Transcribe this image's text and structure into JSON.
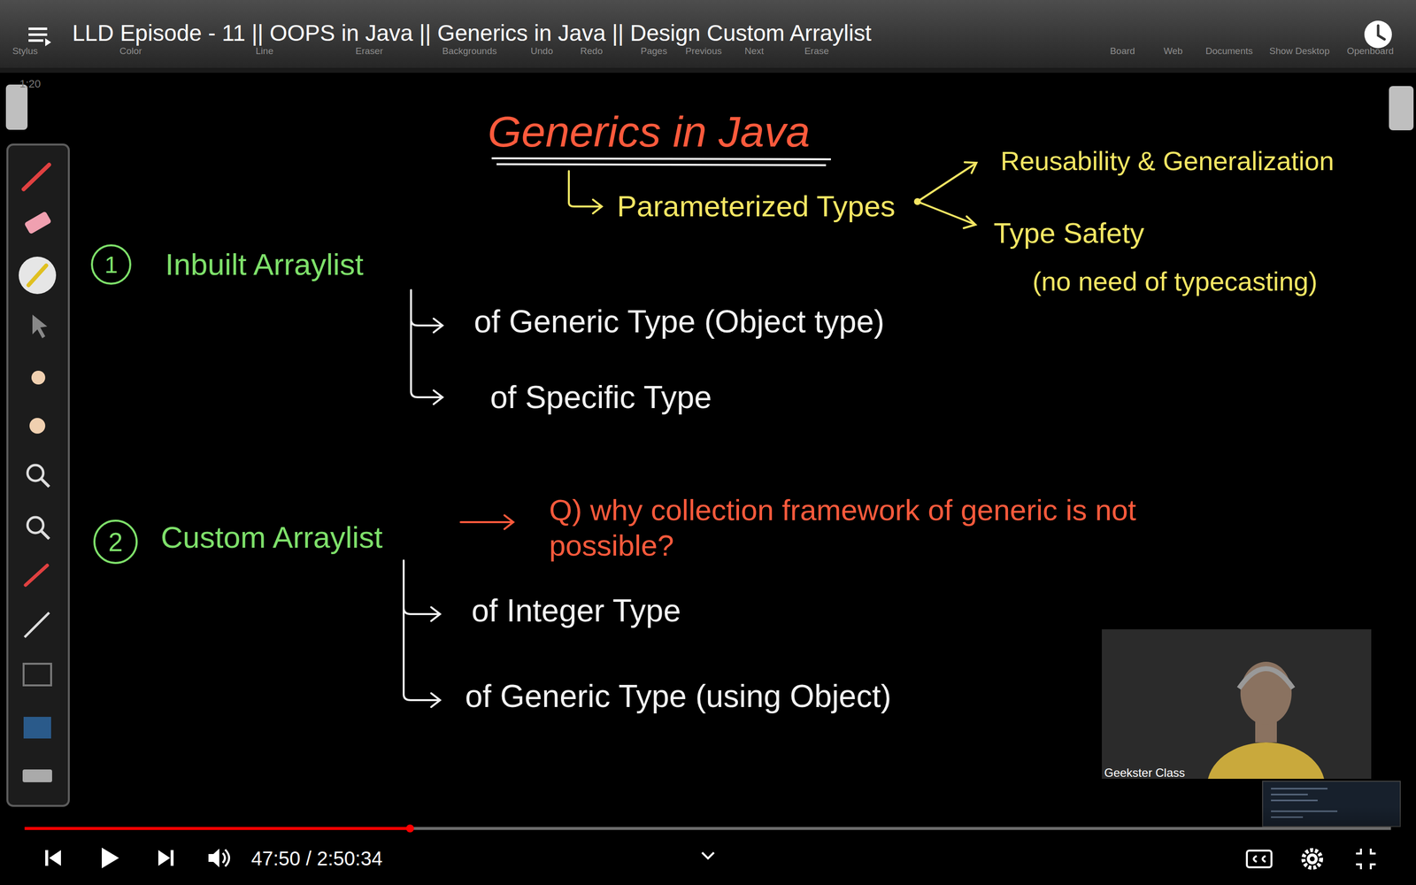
{
  "diagram": {
    "title": "Generics in Java",
    "nodes": [
      {
        "text": [
          "1"
        ]
      },
      {
        "text": [
          "2"
        ]
      }
    ],
    "labels": [
      "LLD Episode - 11 || OOPS in Java || Generics in Java || Design Custom Arraylist",
      "Stylus",
      "Color",
      "Line",
      "Eraser",
      "Backgrounds",
      "Undo",
      "Redo",
      "Pages",
      "Previous",
      "Next",
      "Erase",
      "Board",
      "Web",
      "Documents",
      "Show Desktop",
      "Openboard",
      "1:20",
      "Parameterized Types",
      "Reusability & Generalization",
      "Type Safety",
      "(no need of typecasting)",
      "Inbuilt Arraylist",
      "of Generic Type (Object type)",
      "of Specific Type",
      "Custom Arraylist",
      "Q) why collection framework of generic is not possible?",
      "of Integer Type",
      "of Generic Type (using Object)",
      "Geekster Class",
      "47:50 / 2:50:34"
    ]
  }
}
